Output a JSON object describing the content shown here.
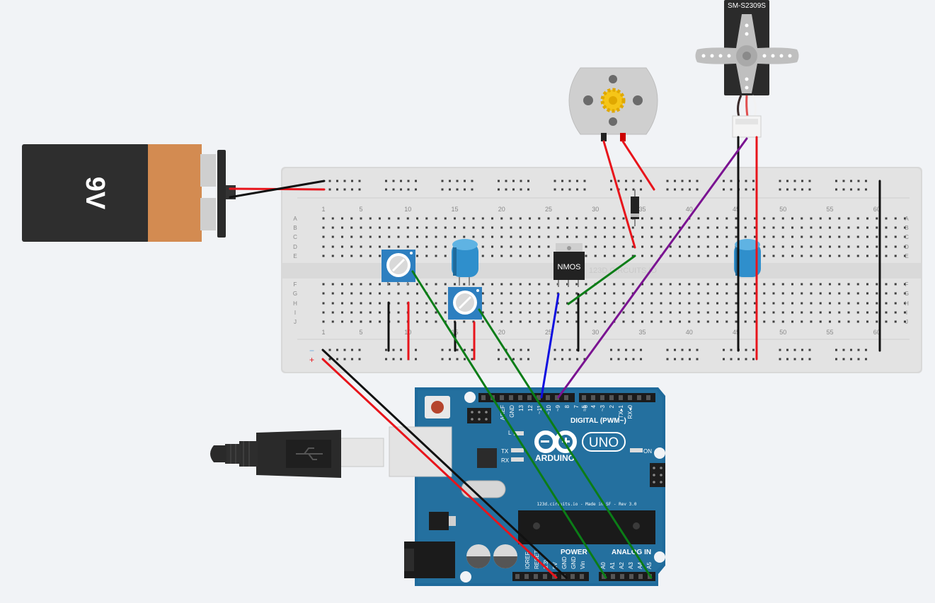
{
  "battery": {
    "label": "9V"
  },
  "servo": {
    "label": "SM-S2309S"
  },
  "mosfet": {
    "label": "NMOS"
  },
  "breadboard": {
    "row_letters_left": [
      "A",
      "B",
      "C",
      "D",
      "E",
      "F",
      "G",
      "H",
      "I",
      "J"
    ],
    "row_letters_right": [
      "A",
      "B",
      "C",
      "D",
      "E",
      "F",
      "G",
      "H",
      "I",
      "J"
    ],
    "column_numbers": [
      "1",
      "5",
      "10",
      "15",
      "20",
      "25",
      "30",
      "35",
      "40",
      "45",
      "50",
      "55",
      "60"
    ],
    "rail_minus": "−",
    "rail_plus": "+",
    "watermark": "123D.CIRCUITS.IO"
  },
  "arduino": {
    "brand": "ARDUINO",
    "model": "UNO",
    "digital_label": "DIGITAL (PWM~)",
    "power_label": "POWER",
    "analog_label": "ANALOG IN",
    "tx_label": "TX",
    "rx_label": "RX",
    "l_label": "L",
    "on_label": "ON",
    "txrx_pins": "TX▸1\nRX◂0",
    "made_text": "123d.circuits.io - Made in SF - Rev 3.0",
    "digital_pins": [
      "AREF",
      "GND",
      "13",
      "12",
      "~11",
      "~10",
      "~9",
      "8",
      "7",
      "~6",
      "~5",
      "4",
      "~3",
      "2",
      "TX▸1",
      "RX◂0"
    ],
    "power_pins": [
      "IOREF",
      "RESET",
      "3.3V",
      "5V",
      "GND",
      "GND",
      "Vin"
    ],
    "analog_pins": [
      "A0",
      "A1",
      "A2",
      "A3",
      "A4",
      "A5"
    ]
  },
  "colors": {
    "board_blue": "#1f6a9b",
    "wire_red": "#e8141b",
    "wire_black": "#111111",
    "wire_green": "#0b7d17",
    "wire_blue": "#1010e0",
    "wire_purple": "#7a1391",
    "cap_blue": "#2f8fcc",
    "battery_body": "#2e2e2e",
    "battery_cap": "#d38b51"
  }
}
